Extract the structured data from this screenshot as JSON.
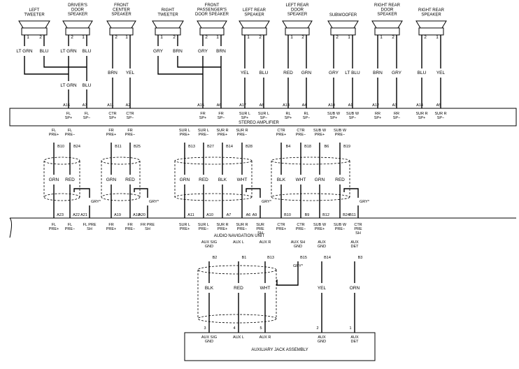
{
  "speakers": [
    {
      "name": "LEFT\nTWEETER",
      "pins": [
        "1",
        "2"
      ],
      "colors": [
        "LT GRN",
        "BLU"
      ]
    },
    {
      "name": "DRIVER'S\nDOOR\nSPEAKER",
      "pins": [
        "2",
        "1"
      ],
      "colors": [
        "LT GRN",
        "BLU"
      ]
    },
    {
      "name": "FRONT\nCENTER\nSPEAKER",
      "pins": [
        "2",
        "1"
      ],
      "colors": [
        "BRN",
        "YEL"
      ]
    },
    {
      "name": "RIGHT\nTWEETER",
      "pins": [
        "1",
        "2"
      ],
      "colors": [
        "GRY",
        "BRN"
      ]
    },
    {
      "name": "FRONT\nPASSENGER'S\nDOOR SPEAKER",
      "pins": [
        "2",
        "1"
      ],
      "colors": [
        "GRY",
        "BRN"
      ]
    },
    {
      "name": "LEFT REAR\nSPEAKER",
      "pins": [
        "1",
        "2"
      ],
      "colors": [
        "YEL",
        "BLU"
      ]
    },
    {
      "name": "LEFT REAR\nDOOR\nSPEAKER",
      "pins": [
        "1",
        "2"
      ],
      "colors": [
        "RED",
        "GRN"
      ]
    },
    {
      "name": "SUBWOOFER",
      "pins": [
        "2",
        "1"
      ],
      "colors": [
        "GRY",
        "LT BLU"
      ]
    },
    {
      "name": "RIGHT REAR\nDOOR\nSPEAKER",
      "pins": [
        "1",
        "2"
      ],
      "colors": [
        "BRN",
        "GRY"
      ]
    },
    {
      "name": "RIGHT REAR\nSPEAKER",
      "pins": [
        "2",
        "1"
      ],
      "colors": [
        "BLU",
        "YEL"
      ]
    }
  ],
  "driver_door_lower_colors": [
    "LT GRN",
    "BLU"
  ],
  "amp_top_pins": [
    {
      "pin": "A16",
      "label": "FL\nSP+"
    },
    {
      "pin": "A7",
      "label": "FL\nSP−"
    },
    {
      "pin": "A11",
      "label": "CTR\nSP+"
    },
    {
      "pin": "A2",
      "label": "CTR\nSP−"
    },
    {
      "pin": "A15",
      "label": "FR\nSP+"
    },
    {
      "pin": "A6",
      "label": "FR\nSP−"
    },
    {
      "pin": "A17",
      "label": "SUR L\nSP+"
    },
    {
      "pin": "A8",
      "label": "SUR L\nSP−"
    },
    {
      "pin": "A13",
      "label": "RL\nSP+"
    },
    {
      "pin": "A4",
      "label": "RL\nSP−"
    },
    {
      "pin": "A10",
      "label": "SUB W\nSP+"
    },
    {
      "pin": "A1",
      "label": "SUB W\nSP−"
    },
    {
      "pin": "A12",
      "label": "RR\nSP+"
    },
    {
      "pin": "A3",
      "label": "RR\nSP−"
    },
    {
      "pin": "A14",
      "label": "SUR R\nSP+"
    },
    {
      "pin": "A5",
      "label": "SUR R\nSP−"
    }
  ],
  "amp_title": "STEREO AMPLIFIER",
  "amp_bottom_pins": [
    {
      "label": "FL\nPRE+",
      "pin": "B10",
      "color": "GRN",
      "nav_pin": "A23",
      "nav_label": "FL\nPRE+"
    },
    {
      "label": "FL\nPRE−",
      "pin": "B24",
      "color": "RED",
      "nav_pin": "A22",
      "nav_label": "FL\nPRE−"
    },
    {
      "label": "FR\nPRE+",
      "pin": "B11",
      "color": "GRN",
      "nav_pin": "A19",
      "nav_label": "FR\nPRE+"
    },
    {
      "label": "FR\nPRE−",
      "pin": "B25",
      "color": "RED",
      "nav_pin": "A18",
      "nav_label": "FR\nPRE−"
    },
    {
      "label": "SUR L\nPRE+",
      "pin": "B13",
      "color": "GRN",
      "nav_pin": "A11",
      "nav_label": "SUR L\nPRE+"
    },
    {
      "label": "SUR L\nPRE−",
      "pin": "B27",
      "color": "RED",
      "nav_pin": "A10",
      "nav_label": "SUR L\nPRE−"
    },
    {
      "label": "SUR R\nPRE+",
      "pin": "B14",
      "color": "BLK",
      "nav_pin": "A7",
      "nav_label": "SUR R\nPRE+"
    },
    {
      "label": "SUR R\nPRE−",
      "pin": "B28",
      "color": "WHT",
      "nav_pin": "A6",
      "nav_label": "SUR R\nPRE−"
    },
    {
      "label": "CTR\nPRE+",
      "pin": "B4",
      "color": "BLK",
      "nav_pin": "B10",
      "nav_label": "CTR\nPRE+"
    },
    {
      "label": "CTR\nPRE−",
      "pin": "B18",
      "color": "WHT",
      "nav_pin": "B9",
      "nav_label": "CTR\nPRE−"
    },
    {
      "label": "SUB W\nPRE+",
      "pin": "B6",
      "color": "GRN",
      "nav_pin": "B12",
      "nav_label": "SUB W\nPRE+"
    },
    {
      "label": "SUB W\nPRE−",
      "pin": "B19",
      "color": "RED",
      "nav_pin": "B24",
      "nav_label": "SUB W\nPRE−"
    }
  ],
  "shields": [
    {
      "color": "GRY*",
      "nav_pin": "A21",
      "nav_label": "FL PRE\nSH"
    },
    {
      "color": "GRY*",
      "nav_pin": "A20",
      "nav_label": "FR PRE\nSH"
    },
    {
      "color": "GRY*",
      "nav_pin": "A9",
      "nav_label": "SUR\nPRE\nSH"
    },
    {
      "color": "GRY*",
      "nav_pin": "B11",
      "nav_label": "CTR\nPRE\nSH"
    }
  ],
  "nav_title": "AUDIO NAVIGATION UNIT",
  "aux_pins": [
    {
      "label": "AUX SIG\nGND",
      "pin": "B2",
      "color": "BLK",
      "jack_pin": "3",
      "jack_label": "AUX SIG\nGND"
    },
    {
      "label": "AUX L",
      "pin": "B1",
      "color": "RED",
      "jack_pin": "4",
      "jack_label": "AUX L"
    },
    {
      "label": "AUX R",
      "pin": "B13",
      "color": "WHT",
      "jack_pin": "5",
      "jack_label": "AUX R"
    },
    {
      "label": "AUX SH\nGND",
      "pin": "B15",
      "color": "GRY*",
      "jack_pin": "",
      "jack_label": ""
    },
    {
      "label": "AUX\nGND",
      "pin": "B14",
      "color": "YEL",
      "jack_pin": "2",
      "jack_label": "AUX\nGND"
    },
    {
      "label": "AUX\nDET",
      "pin": "B3",
      "color": "ORN",
      "jack_pin": "1",
      "jack_label": "AUX\nDET"
    }
  ],
  "jack_title": "AUXILIARY JACK ASSEMBLY"
}
